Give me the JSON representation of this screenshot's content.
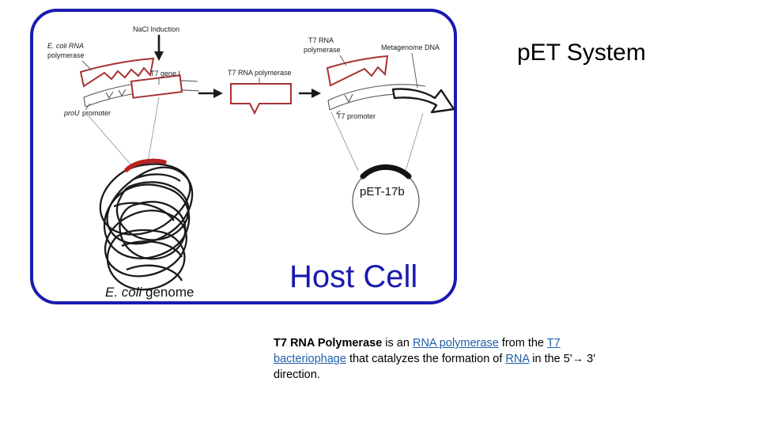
{
  "title": "pET System",
  "host_cell": {
    "frame_color": "#1a1ab0",
    "label": "Host Cell",
    "genome_label_italic": "E. coli",
    "genome_label_rest": " genome",
    "plasmid_label": "pET-17b"
  },
  "diagram": {
    "labels": {
      "nacl_induction": "NaCl  Induction",
      "ecoli_rna_pol_line1": "E. coli RNA",
      "ecoli_rna_pol_line2": "polymerase",
      "prou_promoter_italic": "proU",
      "prou_promoter_rest": " promoter",
      "t7_gene": "T7 gene I",
      "t7_rna_pol_center": "T7 RNA polymerase",
      "t7_rna_pol_line1": "T7 RNA",
      "t7_rna_pol_line2": "polymerase",
      "metagenome_dna": "Metagenome DNA",
      "t7_promoter": "T7 promoter"
    },
    "colors": {
      "red_box": "#a83232",
      "black": "#1a1a1a",
      "leader_gray": "#8a8a8a"
    }
  },
  "caption": {
    "bold_lead": "T7 RNA Polymerase",
    "t1": " is an ",
    "link1": "RNA polymerase",
    "t2": " from the ",
    "link2": "T7",
    "t3": " ",
    "link3": "bacteriophage",
    "t4": " that catalyzes the formation of ",
    "link4": "RNA",
    "t5": " in the 5'→ 3' direction.",
    "link_color": "#1f5fa8"
  }
}
